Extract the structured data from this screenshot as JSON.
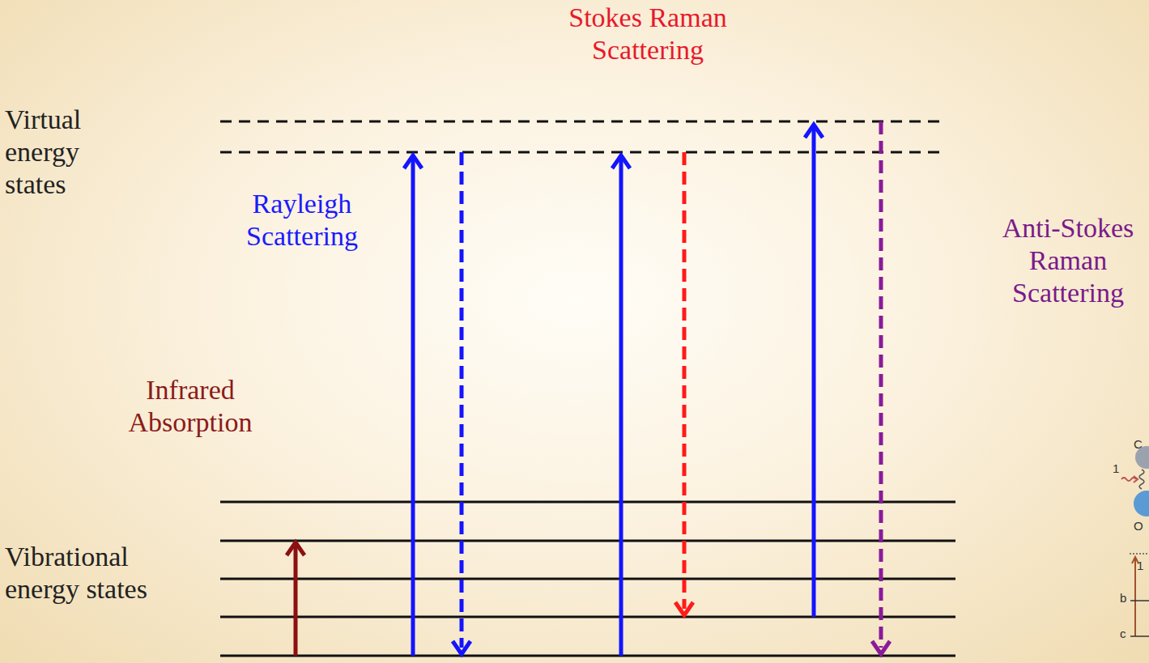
{
  "diagram": {
    "labels": [
      "Stokes Raman Scattering",
      "Virtual energy states",
      "Rayleigh Scattering",
      "Anti-Stokes Raman Scattering",
      "Infrared Absorption",
      "Vibrational energy states",
      "C",
      "1",
      "O",
      "1",
      "b",
      "c"
    ]
  }
}
